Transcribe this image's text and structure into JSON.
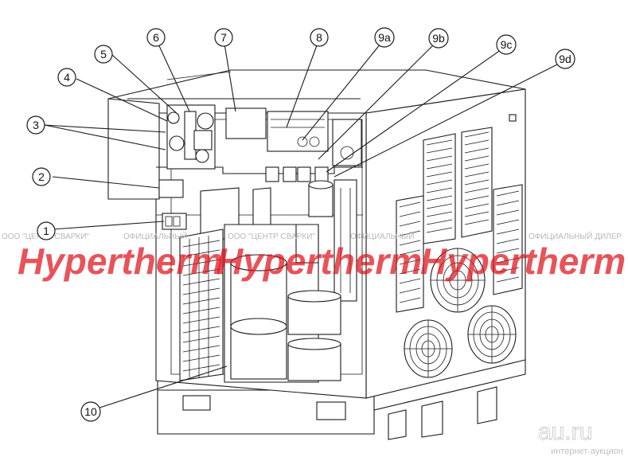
{
  "callouts": [
    "1",
    "2",
    "3",
    "4",
    "5",
    "6",
    "7",
    "8",
    "9a",
    "9b",
    "9c",
    "9d",
    "10"
  ],
  "watermark": {
    "brand": "Hypertherm",
    "tagline_left": "ООО \"ЦЕНТР СВАРКИ\"",
    "tagline_mid": "ОФИЦИАЛЬНЫЙ",
    "tagline_center": "ООО \"ЦЕНТР СВАРКИ\"",
    "tagline_center2": "ОФИЦИАЛЬНЫЙ",
    "tagline_right": "ОФИЦИАЛЬНЫЙ ДИЛЕР"
  },
  "site_logo": {
    "name": "au.ru",
    "subtitle": "интернет-аукцион"
  },
  "colors": {
    "watermark_red": "#e0121b",
    "line": "#1a1a1a",
    "background": "#ffffff"
  }
}
